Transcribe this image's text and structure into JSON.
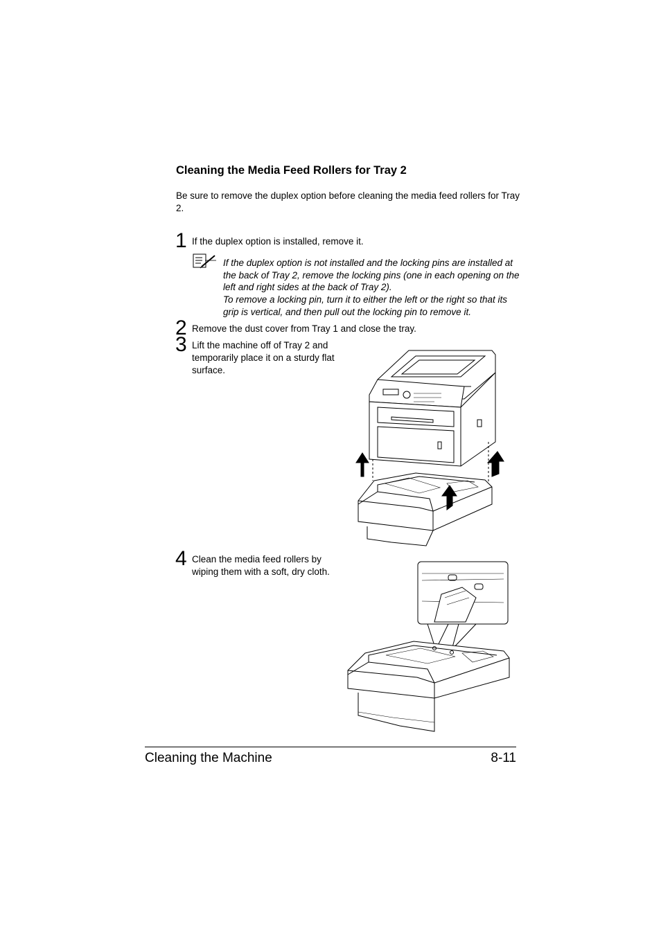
{
  "section": {
    "heading": "Cleaning the Media Feed Rollers for Tray 2",
    "intro": "Be sure to remove the duplex option before cleaning the media feed rollers for Tray 2."
  },
  "steps": [
    {
      "number": "1",
      "text": "If the duplex option is installed, remove it."
    },
    {
      "number": "2",
      "text": "Remove the dust cover from Tray 1 and close the tray."
    },
    {
      "number": "3",
      "text": "Lift the machine off of Tray 2 and temporarily place it on a sturdy flat surface."
    },
    {
      "number": "4",
      "text": "Clean the media feed rollers by wiping them with a soft, dry cloth."
    }
  ],
  "note": {
    "icon": "note-pencil-icon",
    "line1": "If the duplex option is not installed and the locking pins are installed at the back of Tray 2, remove the locking pins (one in each opening on the left and right sides at the back of Tray 2).",
    "line2": "To remove a locking pin, turn it to either the left or the right so that its grip is vertical, and then pull out the locking pin to remove it."
  },
  "footer": {
    "chapter": "Cleaning the Machine",
    "page": "8-11"
  }
}
